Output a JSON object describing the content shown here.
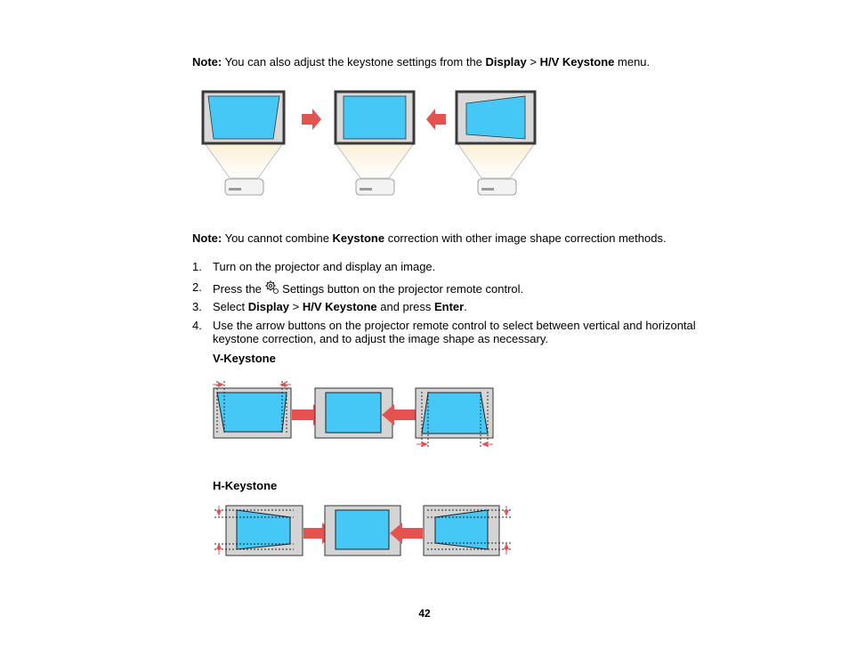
{
  "note1": {
    "label": "Note:",
    "text_a": " You can also adjust the keystone settings from the ",
    "menu1": "Display",
    "sep": " > ",
    "menu2": "H/V Keystone",
    "text_b": " menu."
  },
  "note2": {
    "label": "Note:",
    "text_a": " You cannot combine ",
    "keyword": "Keystone",
    "text_b": " correction with other image shape correction methods."
  },
  "steps": [
    {
      "num": "1.",
      "text": "Turn on the projector and display an image."
    },
    {
      "num": "2.",
      "text_a": "Press the ",
      "icon": "settings-gear-icon",
      "text_b": " Settings button on the projector remote control."
    },
    {
      "num": "3.",
      "text_a": "Select ",
      "b1": "Display",
      "sep": " > ",
      "b2": "H/V Keystone",
      "text_b": " and press ",
      "b3": "Enter",
      "text_c": "."
    },
    {
      "num": "4.",
      "line1": "Use the arrow buttons on the projector remote control to select between vertical and horizontal",
      "line2": "keystone correction, and to adjust the image shape as necessary."
    }
  ],
  "v_keystone_label": "V-Keystone",
  "h_keystone_label": "H-Keystone",
  "page_number": "42",
  "colors": {
    "screen_blue": "#45c8f5",
    "arrow_red": "#e5524f",
    "frame_gray": "#d4d4d4"
  }
}
